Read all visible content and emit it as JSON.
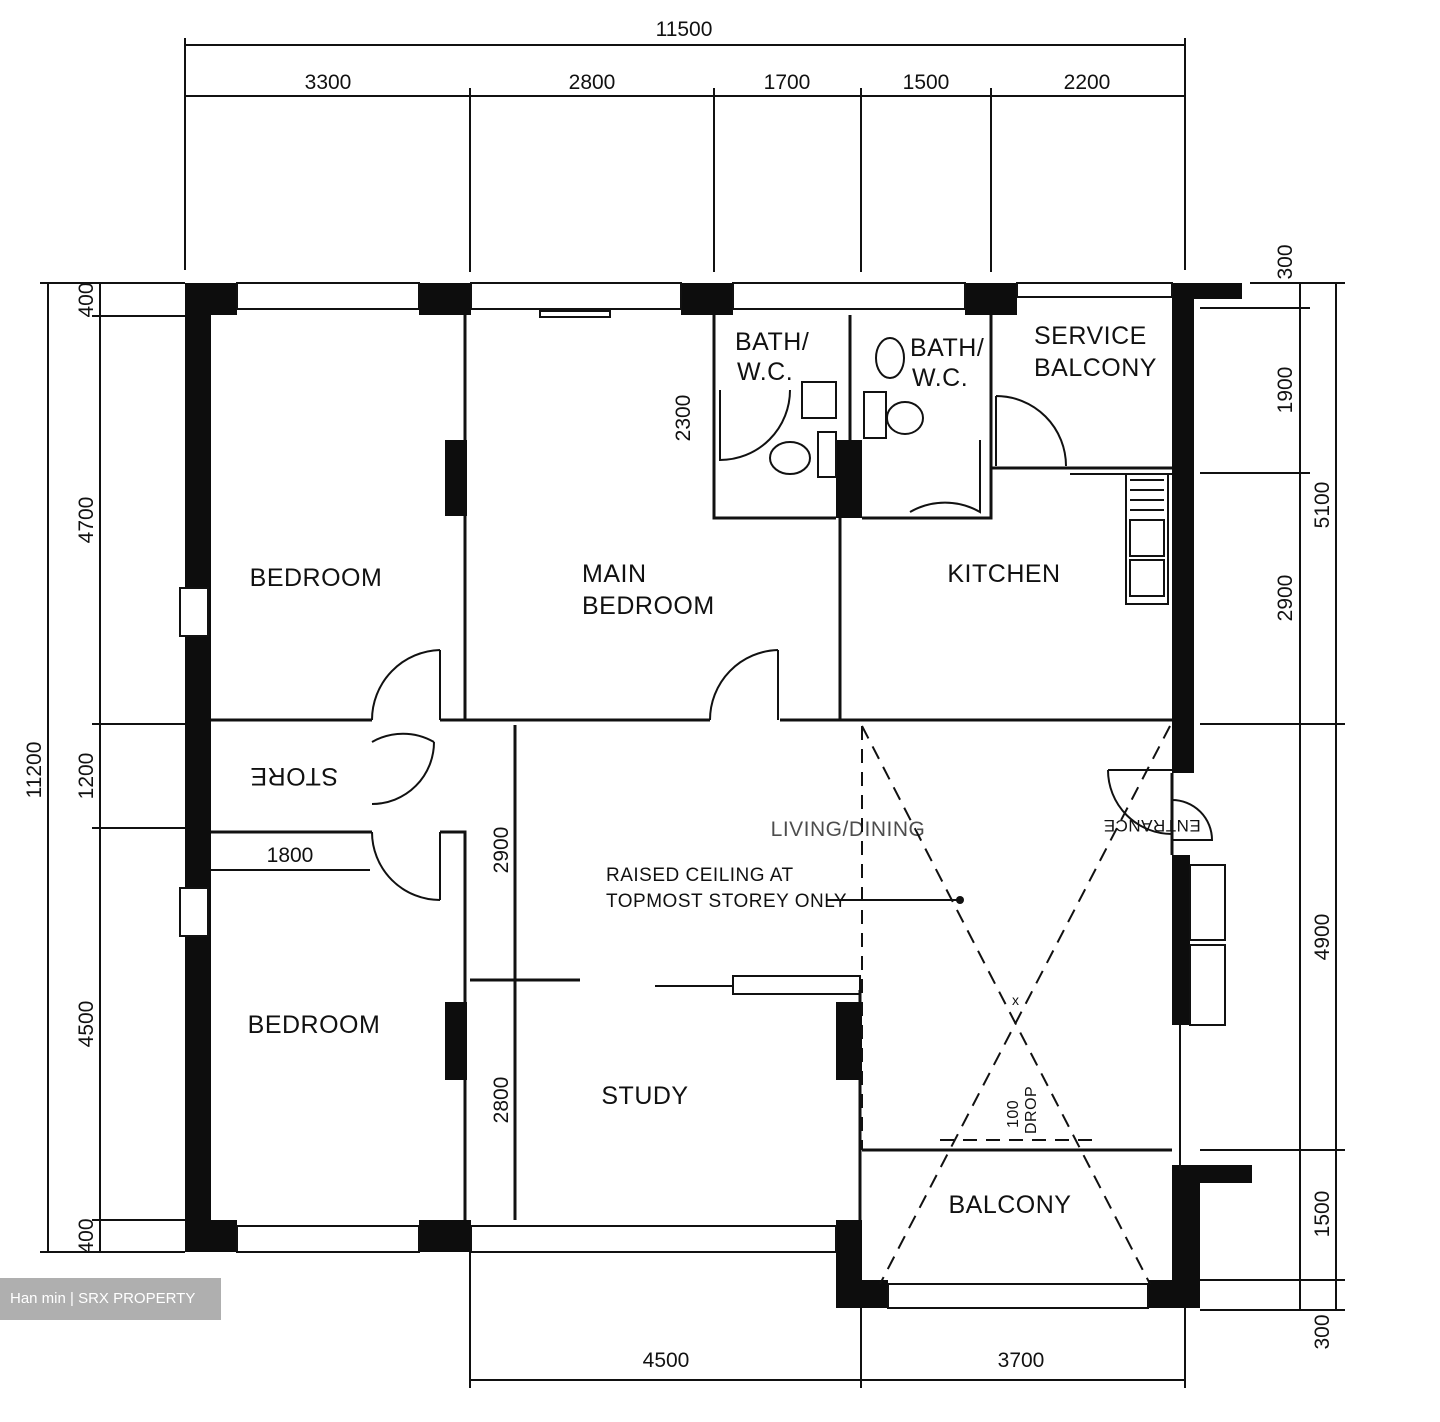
{
  "dimensions": {
    "top_total": "11500",
    "top_segments": [
      "3300",
      "2800",
      "1700",
      "1500",
      "2200"
    ],
    "left_total": "11200",
    "left_segments": [
      "400",
      "4700",
      "1200",
      "4500",
      "400"
    ],
    "right_segments": [
      "300",
      "1900",
      "2900",
      "5100",
      "4900",
      "1500",
      "300"
    ],
    "bottom_segments": [
      "4500",
      "3700"
    ],
    "interior": {
      "bath_height": "2300",
      "store_width": "1800",
      "living_depth": "2900",
      "study_depth": "2800"
    }
  },
  "rooms": {
    "bedroom_1": "BEDROOM",
    "main_bedroom_line1": "MAIN",
    "main_bedroom_line2": "BEDROOM",
    "bath_1_line1": "BATH/",
    "bath_1_line2": "W.C.",
    "bath_2_line1": "BATH/",
    "bath_2_line2": "W.C.",
    "service_balcony_line1": "SERVICE",
    "service_balcony_line2": "BALCONY",
    "kitchen": "KITCHEN",
    "store": "STORE",
    "living_dining": "LIVING/DINING",
    "bedroom_2": "BEDROOM",
    "study": "STUDY",
    "balcony": "BALCONY",
    "entrance": "ENTRANCE"
  },
  "notes": {
    "raised_ceiling_line1": "RAISED CEILING AT",
    "raised_ceiling_line2": "TOPMOST STOREY ONLY",
    "drop_value": "100",
    "drop_label": "DROP"
  },
  "watermark": "Han min | SRX PROPERTY"
}
